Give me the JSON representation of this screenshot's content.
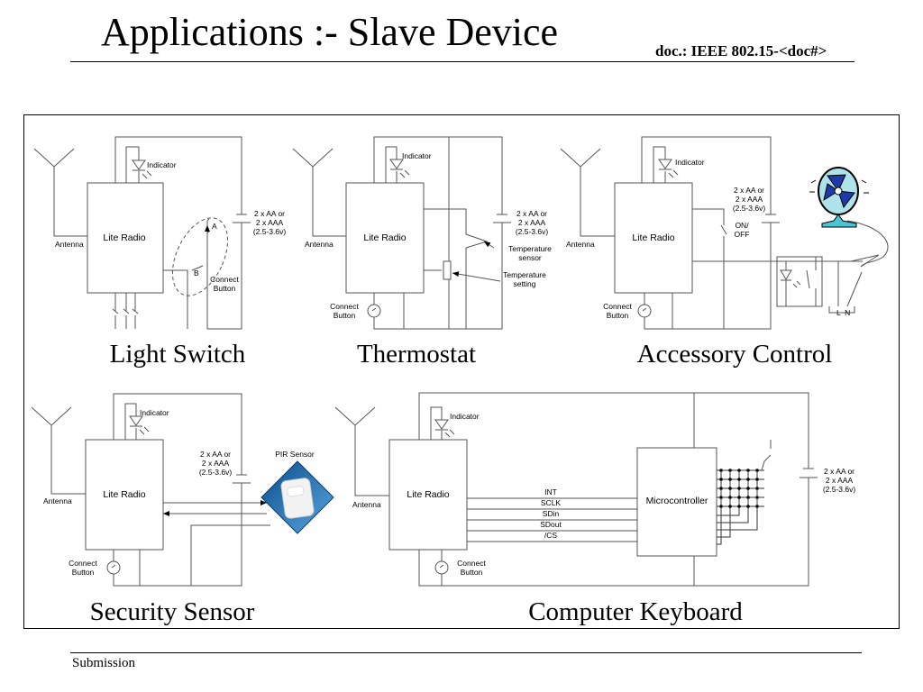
{
  "slide": {
    "title": "Applications :- Slave Device",
    "doc_ref": "doc.: IEEE 802.15-<doc#>",
    "footer": "Submission"
  },
  "common": {
    "lite_radio": "Lite Radio",
    "antenna": "Antenna",
    "indicator": "Indicator",
    "battery": [
      "2 x AA or",
      "2 x AAA",
      "(2.5-3.6v)"
    ],
    "connect_button": [
      "Connect",
      "Button"
    ]
  },
  "light_switch": {
    "caption": "Light Switch",
    "label_a": "A",
    "label_b": "B"
  },
  "thermostat": {
    "caption": "Thermostat",
    "temperature_sensor": [
      "Temperature",
      "sensor"
    ],
    "temperature_setting": [
      "Temperature",
      "setting"
    ]
  },
  "accessory_control": {
    "caption": "Accessory Control",
    "on_off": [
      "ON/",
      "OFF"
    ],
    "mains": "L  N"
  },
  "security_sensor": {
    "caption": "Security Sensor",
    "pir_sensor": "PIR Sensor"
  },
  "computer_keyboard": {
    "caption": "Computer Keyboard",
    "microcontroller": "Microcontroller",
    "signals": [
      "INT",
      "SCLK",
      "SDin",
      "SDout",
      "/CS"
    ]
  }
}
